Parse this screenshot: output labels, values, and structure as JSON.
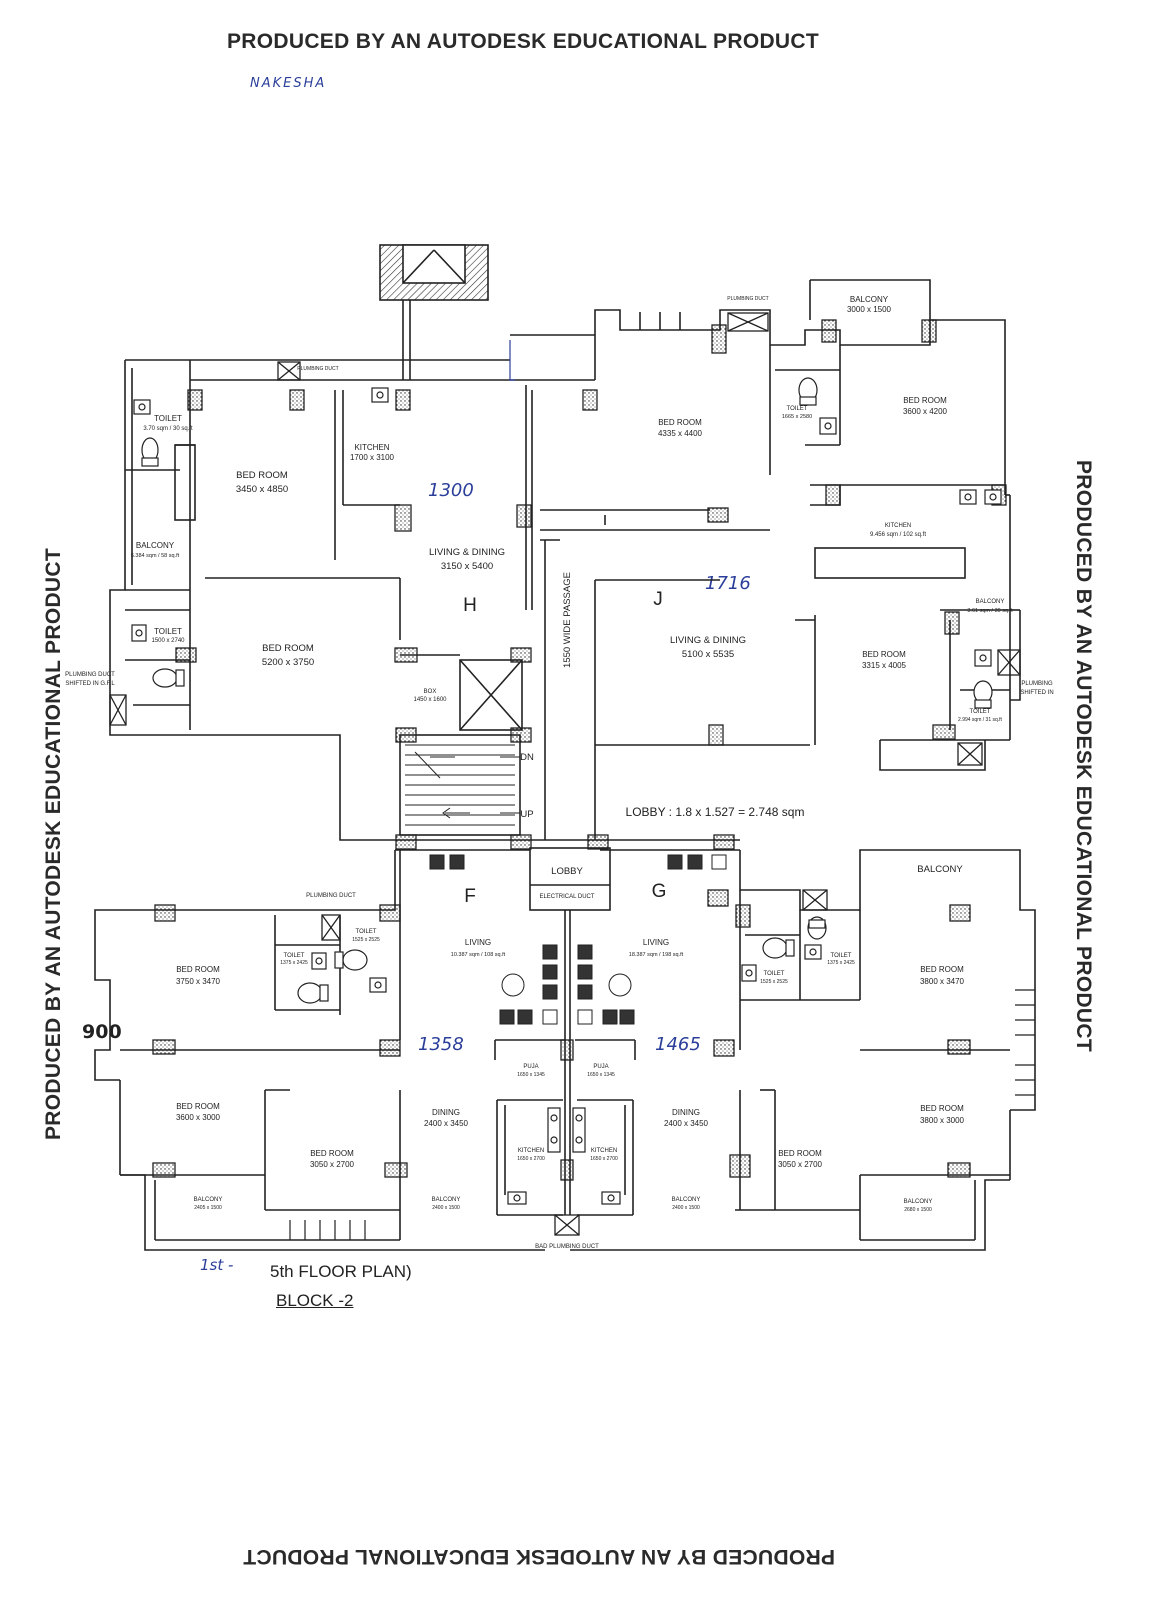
{
  "watermark": "PRODUCED BY AN AUTODESK EDUCATIONAL PRODUCT",
  "handwritten": {
    "name": "NAKESHA",
    "dim_h": "1300",
    "dim_j": "1716",
    "dim_left": "900",
    "dim_f": "1358",
    "dim_g": "1465",
    "floor_prefix": "1st -"
  },
  "plan": {
    "title": "5th FLOOR PLAN)",
    "block": "BLOCK -2",
    "passage": "1550 WIDE PASSAGE",
    "lobby_area": "LOBBY : 1.8 x 1.527 = 2.748 sqm",
    "lobby": "LOBBY",
    "electrical_duct": "ELECTRICAL DUCT",
    "bad_plumbing_duct": "BAD PLUMBING DUCT",
    "stair_dn": "DN",
    "stair_up": "UP",
    "units": {
      "h": "H",
      "j": "J",
      "f": "F",
      "g": "G"
    },
    "rooms": {
      "h_toilet": "TOILET",
      "h_toilet_size": "3.70 sqm / 30 sq.ft",
      "h_bed1": "BED ROOM",
      "h_bed1_size": "3450 x 4850",
      "h_kitchen": "KITCHEN",
      "h_kitchen_size": "1700 x 3100",
      "h_balcony": "BALCONY",
      "h_balcony_size": "5.384 sqm / 58 sq.ft",
      "h_living": "LIVING & DINING",
      "h_living_size": "3150 x 5400",
      "h_toilet2": "TOILET",
      "h_toilet2_size": "1500 x 2740",
      "h_bed2": "BED ROOM",
      "h_bed2_size": "5200 x 3750",
      "h_plumbing": "PLUMBING DUCT",
      "h_plumbing_note": "SHIFTED IN G.F.L",
      "box": "BOX",
      "box_size": "1450 x 1600",
      "j_bed1": "BED ROOM",
      "j_bed1_size": "4335 x 4400",
      "j_balcony": "BALCONY",
      "j_balcony_size": "3000 x 1500",
      "j_toilet": "TOILET",
      "j_toilet_size": "1665 x 2580",
      "j_bed2": "BED ROOM",
      "j_bed2_size": "3600 x 4200",
      "j_kitchen": "KITCHEN",
      "j_kitchen_size": "9.456 sqm / 102 sq.ft",
      "j_living": "LIVING & DINING",
      "j_living_size": "5100 x 5535",
      "j_balcony2": "BALCONY",
      "j_balcony2_size": "3.61 sqm / 39 sq.ft",
      "j_bed3": "BED ROOM",
      "j_bed3_size": "3315 x 4005",
      "j_toilet2": "TOILET",
      "j_toilet2_size": "2.994 sqm / 31 sq.ft",
      "j_plumbing": "PLUMBING",
      "j_plumbing_note": "SHIFTED IN",
      "plumbing_duct_top": "PLUMBING DUCT",
      "plumbing_duct_h": "PLUMBING DUCT",
      "f_plumbing": "PLUMBING DUCT",
      "f_bed1": "BED ROOM",
      "f_bed1_size": "3750 x 3470",
      "f_toilet1": "TOILET",
      "f_toilet1_size": "1375 x 2425",
      "f_toilet2": "TOILET",
      "f_toilet2_size": "1525 x 2525",
      "f_living": "LIVING",
      "f_living_size": "10.387 sqm / 108 sq.ft",
      "f_bed2": "BED ROOM",
      "f_bed2_size": "3600 x 3000",
      "f_bed3": "BED ROOM",
      "f_bed3_size": "3050 x 2700",
      "f_dining": "DINING",
      "f_dining_size": "2400 x 3450",
      "f_puja": "PUJA",
      "f_puja_size": "1650 x 1345",
      "f_kitchen": "KITCHEN",
      "f_kitchen_size": "1650 x 2700",
      "f_balcony1": "BALCONY",
      "f_balcony1_size": "2405 x 1500",
      "f_balcony2": "BALCONY",
      "f_balcony2_size": "2400 x 1500",
      "g_balcony_top": "BALCONY",
      "g_living": "LIVING",
      "g_living_size": "18.387 sqm / 198 sq.ft",
      "g_toilet1": "TOILET",
      "g_toilet1_size": "1375 x 2425",
      "g_toilet2": "TOILET",
      "g_toilet2_size": "1525 x 2525",
      "g_bed1": "BED ROOM",
      "g_bed1_size": "3800 x 3470",
      "g_bed2": "BED ROOM",
      "g_bed2_size": "3800 x 3000",
      "g_bed3": "BED ROOM",
      "g_bed3_size": "3050 x 2700",
      "g_dining": "DINING",
      "g_dining_size": "2400 x 3450",
      "g_puja": "PUJA",
      "g_puja_size": "1650 x 1345",
      "g_kitchen": "KITCHEN",
      "g_kitchen_size": "1650 x 2700",
      "g_balcony1": "BALCONY",
      "g_balcony1_size": "2400 x 1500",
      "g_balcony2": "BALCONY",
      "g_balcony2_size": "2680 x 1500"
    }
  },
  "colors": {
    "ink": "#222222",
    "pen": "#2b3f9a"
  }
}
